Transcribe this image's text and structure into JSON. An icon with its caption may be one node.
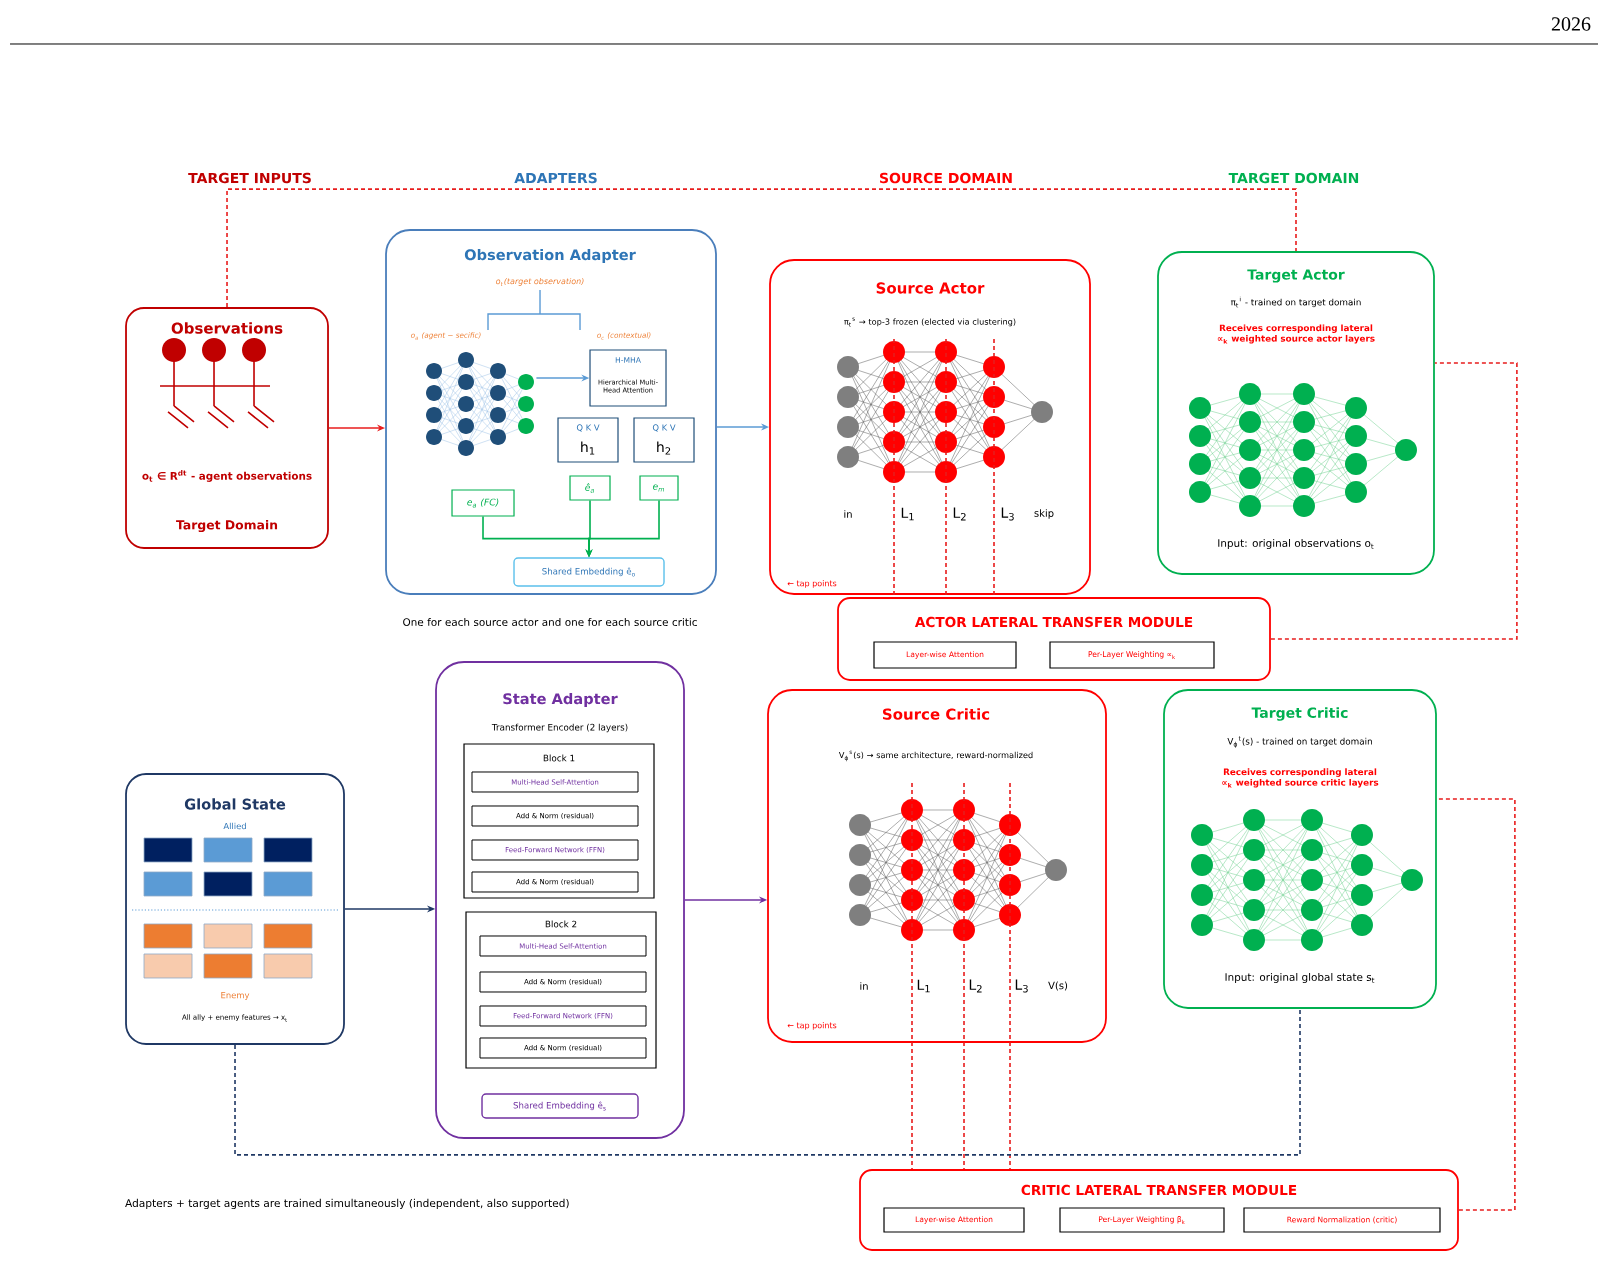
{
  "diagram": {
    "nodes": [
      {
        "text": [
          "Observations",
          "o$_{t}$ ∈ R$^{dt}$ - agent observations",
          "Target Domain"
        ]
      },
      {
        "text": [
          "Observation Adapter",
          "o$_{t}$(target observation)",
          "o$_{a}$ (agent − secific)",
          "o$_{c}$ (contextual)"
        ]
      },
      {
        "text": [],
        "shape": "picture",
        "in": 1
      },
      {
        "text": [
          "H-MHA",
          "Hierarchical Multi-Head Attention"
        ],
        "in": 1
      },
      {
        "text": [
          "Q K V",
          "h$_{1}$"
        ],
        "in": 1
      },
      {
        "text": [
          "Q K V",
          "h$_{2}$"
        ],
        "in": 1
      },
      {
        "text": [
          "e$_{a}$ (FC)"
        ],
        "in": 1
      },
      {
        "text": [
          "ê$_{a}$"
        ],
        "in": 1
      },
      {
        "text": [
          "e$_{m}$"
        ],
        "in": 1
      },
      {
        "text": [
          "Shared Embedding ê$_{o}$"
        ],
        "in": 1
      },
      {
        "text": [
          "Source Actor",
          "π$_{t}$$^{s}$ → top-3 frozen (elected via clustering)",
          "in",
          "L$_{1}$",
          "L$_{2}$",
          "L$_{3}$",
          "skip",
          "← tap points"
        ]
      },
      {
        "text": [
          "Target Actor",
          "π$_{t}$$^{i}$ - trained on target domain",
          "Receives corresponding lateral ∝$_{k}$ weighted source actor layers",
          "Input: original observations o$_{t}$"
        ]
      },
      {
        "text": [
          "ACTOR LATERAL TRANSFER MODULE"
        ]
      },
      {
        "text": [
          "Layer-wise Attention"
        ],
        "in": 12
      },
      {
        "text": [
          "Per-Layer Weighting ∝$_{k}$"
        ],
        "in": 12
      },
      {
        "text": [
          "Global State",
          "Allied",
          "Enemy",
          "All ally + enemy features → x$_{t}$"
        ]
      },
      {
        "text": [
          "State Adapter",
          "Transformer Encoder (2 layers)"
        ]
      },
      {
        "text": [
          "Block 1"
        ],
        "in": 16
      },
      {
        "text": [
          "Multi-Head Self-Attention"
        ],
        "in": 17
      },
      {
        "text": [
          "Add & Norm (residual)"
        ],
        "in": 17
      },
      {
        "text": [
          "Feed-Forward Network (FFN)"
        ],
        "in": 17
      },
      {
        "text": [
          "Add & Norm (residual)"
        ],
        "in": 17
      },
      {
        "text": [
          "Block 2"
        ],
        "in": 16
      },
      {
        "text": [
          "Multi-Head Self-Attention"
        ],
        "in": 22
      },
      {
        "text": [
          "Add & Norm (residual)"
        ],
        "in": 22
      },
      {
        "text": [
          "Feed-Forward Network (FFN)"
        ],
        "in": 22
      },
      {
        "text": [
          "Add & Norm (residual)"
        ],
        "in": 22
      },
      {
        "text": [
          "Shared Embedding ê$_{s}$"
        ],
        "in": 16
      },
      {
        "text": [
          "Source Critic",
          "V$_{ϕ}$$^{s}$(s) → same architecture, reward-normalized",
          "in",
          "L$_{1}$",
          "L$_{2}$",
          "L$_{3}$",
          "V(s)",
          "← tap points"
        ]
      },
      {
        "text": [
          "Target Critic",
          "V$_{ϕ}$$^{t}$(s) - trained on target domain",
          "Receives corresponding lateral ∝$_{k}$ weighted source critic layers",
          "Input: original global state s$_{t}$"
        ]
      },
      {
        "text": [
          "CRITIC LATERAL TRANSFER MODULE"
        ]
      },
      {
        "text": [
          "Layer-wise Attention"
        ],
        "in": 30
      },
      {
        "text": [
          "Per-Layer Weighting β$_{k}$"
        ],
        "in": 30
      },
      {
        "text": [
          "Reward Normalization (critic)"
        ],
        "in": 30
      }
    ],
    "edges": [
      {
        "from": 0,
        "to": 1,
        "arrow": "to"
      },
      {
        "from": 1,
        "to": 10,
        "arrow": "to",
        "color": "#5b9bd5"
      },
      {
        "from": 2,
        "to": 3,
        "arrow": "to",
        "color": "#5b9bd5"
      },
      {
        "from": 6,
        "to": 9,
        "arrow": "to",
        "color": "#00b050"
      },
      {
        "from": 7,
        "to": 9,
        "arrow": "to",
        "color": "#00b050"
      },
      {
        "from": 8,
        "to": 9,
        "arrow": "to",
        "color": "#00b050"
      },
      {
        "from": 10,
        "to": 12,
        "arrow": "none",
        "style": "dashed"
      },
      {
        "from": 10,
        "to": 12,
        "arrow": "none",
        "style": "dashed"
      },
      {
        "from": 10,
        "to": 12,
        "arrow": "none",
        "style": "dashed"
      },
      {
        "from": 12,
        "to": 11,
        "arrow": "none",
        "style": "dashed"
      },
      {
        "from": 0,
        "to": 11,
        "arrow": "none",
        "style": "dashed"
      },
      {
        "from": 15,
        "to": 16,
        "arrow": "to",
        "color": "#1f3864"
      },
      {
        "from": 16,
        "to": 28,
        "arrow": "to",
        "color": "#7030a0"
      },
      {
        "from": 28,
        "to": 30,
        "arrow": "none",
        "style": "dashed"
      },
      {
        "from": 28,
        "to": 30,
        "arrow": "none",
        "style": "dashed"
      },
      {
        "from": 28,
        "to": 30,
        "arrow": "none",
        "style": "dashed"
      },
      {
        "from": 30,
        "to": 29,
        "arrow": "none",
        "style": "dashed"
      },
      {
        "from": 15,
        "to": 29,
        "arrow": "none",
        "style": "dashed",
        "color": "#1f3864"
      }
    ],
    "labels": [
      "2026",
      "TARGET INPUTS",
      "ADAPTERS",
      "SOURCE DOMAIN",
      "TARGET DOMAIN",
      "One for each source actor and one for each source critic",
      "Adapters + target agents are trained simultaneously (independent, also supported)"
    ]
  }
}
